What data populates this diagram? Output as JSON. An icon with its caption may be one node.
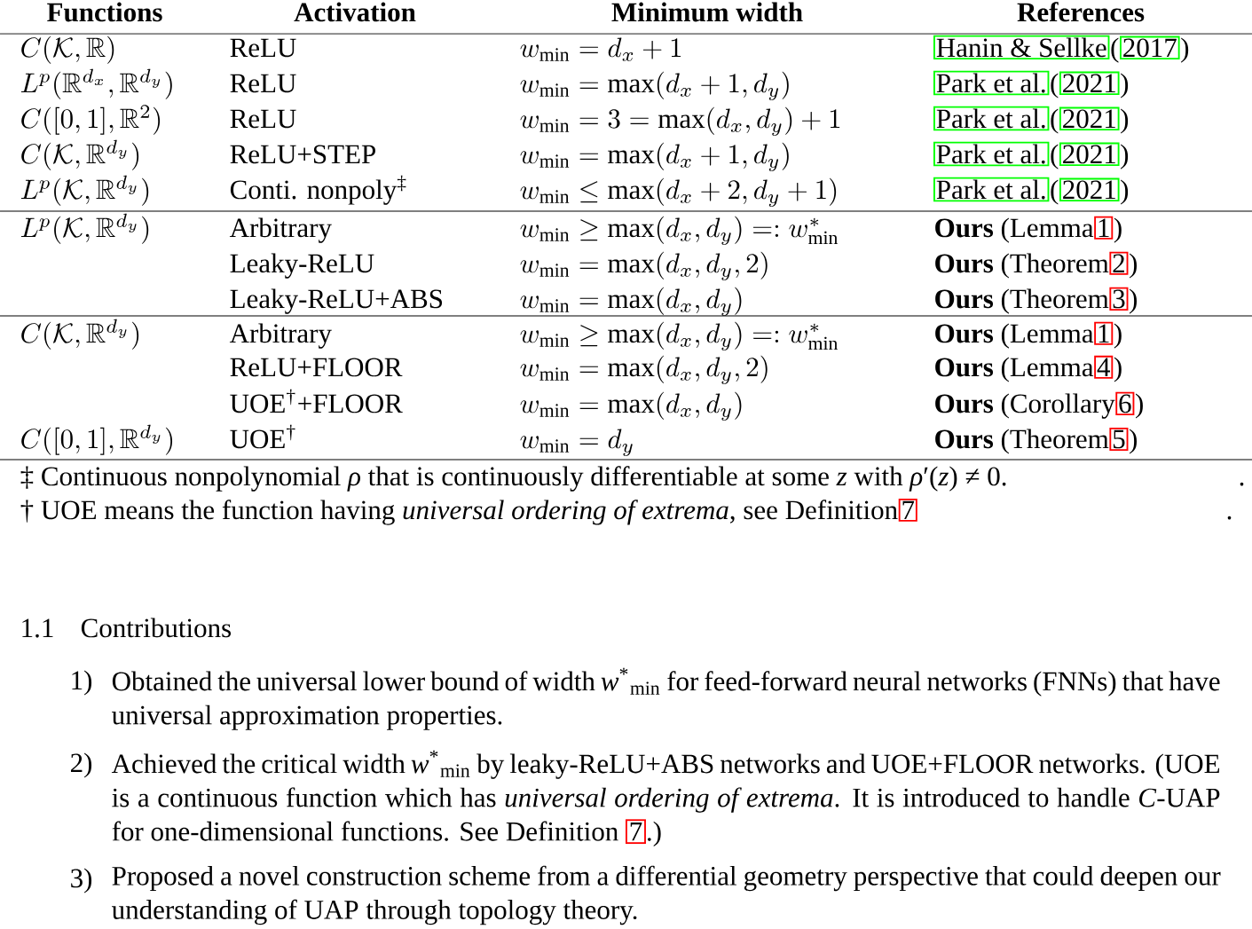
{
  "diagram": {
    "labels": [
      "Functions",
      "Activation",
      "Minimum width",
      "References",
      "C(\\mathcal{K},\\mathbb{R})",
      "ReLU",
      "w_{\\min} = d_x + 1",
      "Hanin & Sellke",
      "(",
      "2017",
      ")",
      "L^p(\\mathbb{R}^{d_x},\\mathbb{R}^{d_y})",
      "ReLU",
      "w_{\\min} = \\max(d_x + 1, d_y)",
      "Park et al.",
      "(",
      "2021",
      ")",
      "C([0,1],\\mathbb{R}^2)",
      "ReLU",
      "w_{\\min} = 3 = \\max(d_x, d_y) + 1",
      "Park et al.",
      "(",
      "2021",
      ")",
      "C(\\mathcal{K},\\mathbb{R}^{d_y})",
      "ReLU+STEP",
      "w_{\\min} = \\max(d_x + 1, d_y)",
      "Park et al.",
      "(",
      "2021",
      ")",
      "L^p(\\mathcal{K},\\mathbb{R}^{d_y})",
      "Conti. nonpoly$^{‡}$",
      "w_{\\min} \\leq \\max(d_x + 2, d_y + 1)",
      "Park et al.",
      "(",
      "2021",
      ")",
      "L^p(\\mathcal{K},\\mathbb{R}^{d_y})",
      "Arbitrary",
      "w_{\\min} \\geq \\max(d_x, d_y) =: w^*_{\\min}",
      "**Ours** (Lemma",
      "1",
      ")",
      "Leaky-ReLU",
      "w_{\\min} = \\max(d_x, d_y, 2)",
      "**Ours** (Theorem",
      "2",
      ")",
      "Leaky-ReLU+ABS",
      "w_{\\min} = \\max(d_x, d_y)",
      "**Ours** (Theorem",
      "3",
      ")",
      "C(\\mathcal{K},\\mathbb{R}^{d_y})",
      "Arbitrary",
      "w_{\\min} \\geq \\max(d_x, d_y) =: w^*_{\\min}",
      "**Ours** (Lemma",
      "1",
      ")",
      "ReLU+FLOOR",
      "w_{\\min} = \\max(d_x, d_y, 2)",
      "**Ours** (Lemma",
      "4",
      ")",
      "UOE$^{†}$+FLOOR",
      "w_{\\min} = \\max(d_x, d_y)",
      "**Ours** (Corollary",
      "6",
      ")",
      "C([0,1],\\mathbb{R}^{d_y})",
      "UOE$^{†}$",
      "w_{\\min} = d_y",
      "**Ours** (Theorem",
      "5",
      ")",
      "‡ Continuous nonpolynomial *ρ* that is continuously differentiable at some *z* with *ρ*′(*z*) ≠ 0.",
      ".",
      "† UOE means the function having *universal ordering of extrema*, see Definition",
      "7",
      ".",
      "1.1",
      "Contributions",
      "1)",
      "Obtained the universal lower bound of width *w*$^{*}$$_{min}$ for feed-forward neural networks (FNNs) that have universal approximation properties.",
      "2)",
      "Achieved the critical width *w*$^{*}$$_{min}$ by leaky-ReLU+ABS networks and UOE+FLOOR networks. (UOE is a continuous function which has *universal ordering of extrema*. It is introduced to handle *C*-UAP for one-dimensional functions. See Definition",
      "7",
      ".)",
      "3)",
      "Proposed a novel construction scheme from a differential geometry perspective that could deepen our understanding of UAP through topology theory."
    ]
  }
}
